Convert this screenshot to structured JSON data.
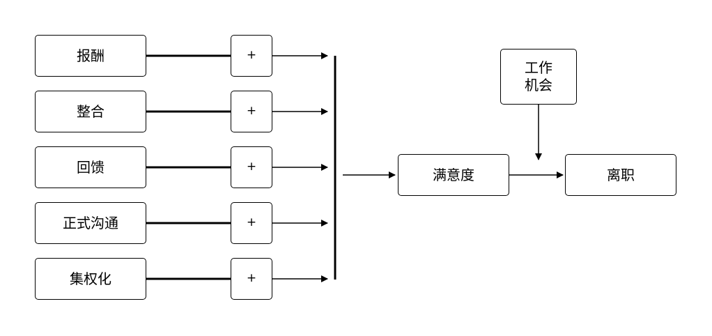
{
  "colors": {
    "stroke": "#000000",
    "background": "#ffffff"
  },
  "factors": [
    {
      "label": "报酬",
      "operator": "+"
    },
    {
      "label": "整合",
      "operator": "+"
    },
    {
      "label": "回馈",
      "operator": "+"
    },
    {
      "label": "正式沟通",
      "operator": "+"
    },
    {
      "label": "集权化",
      "operator": "+"
    }
  ],
  "satisfaction": "满意度",
  "job_opportunity": [
    "工作",
    "机会"
  ],
  "turnover": "离职"
}
